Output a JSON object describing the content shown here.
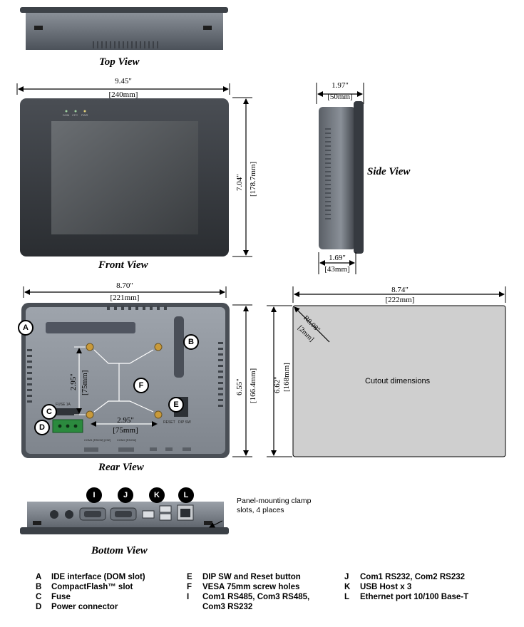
{
  "views": {
    "top": "Top View",
    "front": "Front View",
    "side": "Side View",
    "rear": "Rear View",
    "bottom": "Bottom View"
  },
  "dimensions": {
    "front_width_in": "9.45\"",
    "front_width_mm": "[240mm]",
    "front_height_in": "7.04\"",
    "front_height_mm": "[178.7mm]",
    "side_top_in": "1.97\"",
    "side_top_mm": "[50mm]",
    "side_bottom_in": "1.69\"",
    "side_bottom_mm": "[43mm]",
    "rear_width_in": "8.70\"",
    "rear_width_mm": "[221mm]",
    "rear_height_in": "6.55\"",
    "rear_height_mm": "[166.4mm]",
    "vesa_v_in": "2.95\"",
    "vesa_v_mm": "[75mm]",
    "vesa_h_in": "2.95\"",
    "vesa_h_mm": "[75mm]",
    "cutout_width_in": "8.74\"",
    "cutout_width_mm": "[222mm]",
    "cutout_height_in": "6.62\"",
    "cutout_height_mm": "[168mm]",
    "corner_radius_in": "R0.08\"",
    "corner_radius_mm": "[2mm]"
  },
  "cutout_label": "Cutout dimensions",
  "front_leds": [
    "DOM",
    "CFC",
    "PWR"
  ],
  "rear_labels": {
    "fuse": "FUSE 1A",
    "reset": "RESET",
    "dip": "DIP SW",
    "com1": "COM1 [RS232] [232]",
    "com2": "COM2 [RS232]"
  },
  "callouts": {
    "A": "A",
    "B": "B",
    "C": "C",
    "D": "D",
    "E": "E",
    "F": "F",
    "I": "I",
    "J": "J",
    "K": "K",
    "L": "L"
  },
  "clamp_note_line1": "Panel-mounting clamp",
  "clamp_note_line2": "slots, 4 places",
  "legend": [
    {
      "key": "A",
      "text": "IDE interface (DOM slot)"
    },
    {
      "key": "B",
      "text": "CompactFlash™ slot"
    },
    {
      "key": "C",
      "text": "Fuse"
    },
    {
      "key": "D",
      "text": "Power connector"
    },
    {
      "key": "E",
      "text": "DIP SW and Reset button"
    },
    {
      "key": "F",
      "text": "VESA 75mm screw holes"
    },
    {
      "key": "I",
      "text": "Com1 RS485, Com3 RS485,"
    },
    {
      "key": "",
      "text": "Com3 RS232"
    },
    {
      "key": "J",
      "text": "Com1 RS232, Com2 RS232"
    },
    {
      "key": "K",
      "text": "USB Host x 3"
    },
    {
      "key": "L",
      "text": "Ethernet port 10/100 Base-T"
    }
  ]
}
